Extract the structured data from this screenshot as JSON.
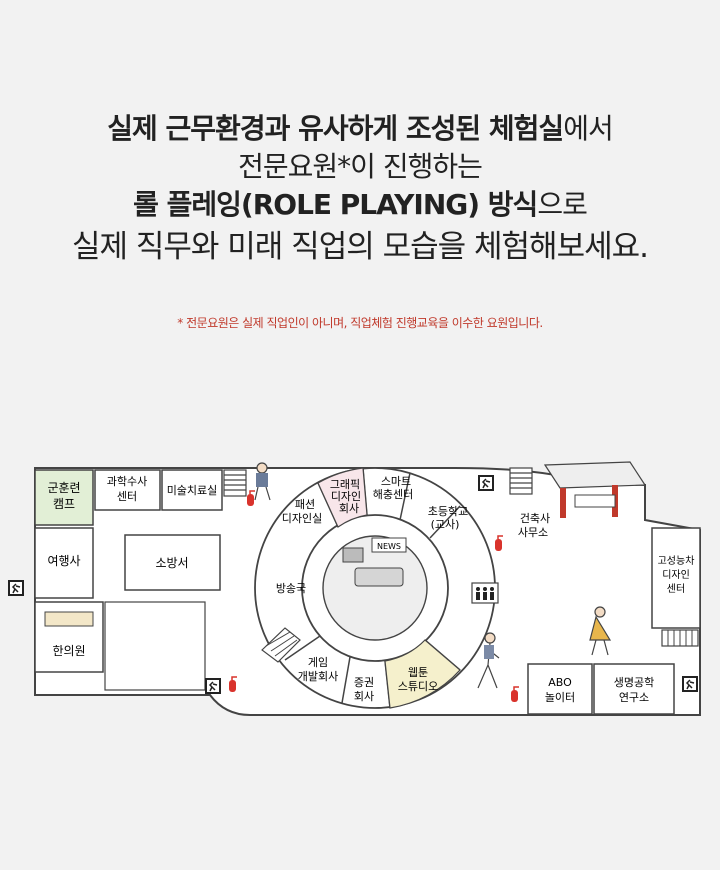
{
  "intro": {
    "line1_bold": "실제 근무환경과 유사하게 조성된 체험실",
    "line1_rest": "에서",
    "line2": "전문요원*이 진행하는",
    "line3_bold": "롤 플레잉(ROLE PLAYING) 방식",
    "line3_rest": "으로",
    "line4": "실제 직무와 미래 직업의 모습을 체험해보세요."
  },
  "note": "* 전문요원은 실제 직업인이 아니며, 직업체험 진행교육을 이수한 요원입니다.",
  "map": {
    "rooms": {
      "military": [
        "군훈련",
        "캠프"
      ],
      "forensic": [
        "과학수사",
        "센터"
      ],
      "art": "미술치료실",
      "travel": "여행사",
      "fire": "소방서",
      "oriental": "한의원",
      "fashion": [
        "패션",
        "디자인실"
      ],
      "graphic": [
        "그래픽",
        "디자인",
        "회사"
      ],
      "smart": [
        "스마트",
        "해충센터"
      ],
      "school": [
        "초등학교",
        "(교사)"
      ],
      "architect": [
        "건축사",
        "사무소"
      ],
      "broadcast": "방송국",
      "game": [
        "게임",
        "개발회사"
      ],
      "stock": [
        "증권",
        "회사"
      ],
      "webtoon": [
        "웹툰",
        "스튜디오"
      ],
      "car": [
        "고성능차",
        "디자인",
        "센터"
      ],
      "abo": [
        "ABO",
        "놀이터"
      ],
      "bio": [
        "생명공학",
        "연구소"
      ]
    },
    "news_sign": "NEWS",
    "exit_sign": "EXIT"
  },
  "colors": {
    "line": "#444444",
    "floor": "#ffffff",
    "green_room": "#e2efd6",
    "pink_room": "#f8e6ea",
    "yellow_room": "#f5f0cc",
    "extinguisher": "#d9332c"
  }
}
